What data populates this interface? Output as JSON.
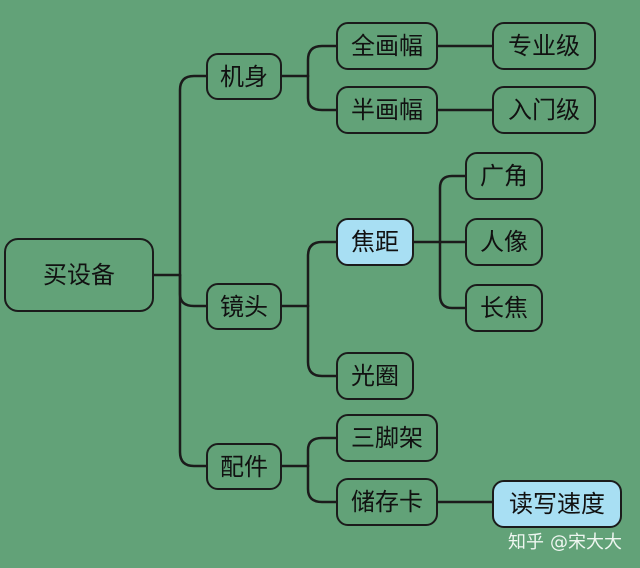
{
  "nodes": {
    "root": "买设备",
    "body": "机身",
    "lens": "镜头",
    "accessories": "配件",
    "full_frame": "全画幅",
    "half_frame": "半画幅",
    "professional": "专业级",
    "entry_level": "入门级",
    "focal_length": "焦距",
    "aperture": "光圈",
    "wide_angle": "广角",
    "portrait": "人像",
    "telephoto": "长焦",
    "tripod": "三脚架",
    "memory_card": "储存卡",
    "read_write_speed": "读写速度"
  },
  "watermark": {
    "brand": "知乎",
    "author": "@宋大大"
  },
  "colors": {
    "background": "#62a278",
    "highlight": "#a8dff3",
    "line": "#1b1b1b"
  }
}
